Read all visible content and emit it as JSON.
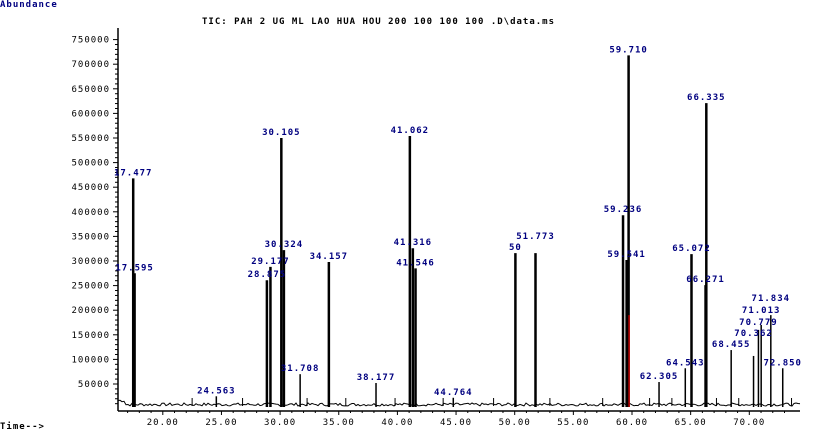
{
  "chart_data": {
    "type": "line",
    "title": "TIC: PAH 2 UG ML LAO HUA HOU 200 100 100 100    .D\\data.ms",
    "ylabel": "Abundance",
    "xlabel": "Time-->",
    "xlim": [
      16.2,
      74.3
    ],
    "ylim": [
      0,
      760000
    ],
    "x_ticks": [
      "20.00",
      "25.00",
      "30.00",
      "35.00",
      "40.00",
      "45.00",
      "50.00",
      "55.00",
      "60.00",
      "65.00",
      "70.00"
    ],
    "x_tick_values": [
      20,
      25,
      30,
      35,
      40,
      45,
      50,
      55,
      60,
      65,
      70
    ],
    "y_ticks": [
      "50000",
      "100000",
      "150000",
      "200000",
      "250000",
      "300000",
      "350000",
      "400000",
      "450000",
      "500000",
      "550000",
      "600000",
      "650000",
      "700000",
      "750000"
    ],
    "y_tick_values": [
      50000,
      100000,
      150000,
      200000,
      250000,
      300000,
      350000,
      400000,
      450000,
      500000,
      550000,
      600000,
      650000,
      700000,
      750000
    ],
    "grid": false,
    "peaks": [
      {
        "rt": 17.477,
        "abundance": 468000,
        "label": "17.477"
      },
      {
        "rt": 17.595,
        "abundance": 275000,
        "label": "17.595"
      },
      {
        "rt": 24.563,
        "abundance": 25000,
        "label": "24.563"
      },
      {
        "rt": 28.875,
        "abundance": 261000,
        "label": "28.875"
      },
      {
        "rt": 29.177,
        "abundance": 288000,
        "label": "29.177"
      },
      {
        "rt": 30.105,
        "abundance": 550000,
        "label": "30.105"
      },
      {
        "rt": 30.324,
        "abundance": 322000,
        "label": "30.324"
      },
      {
        "rt": 31.708,
        "abundance": 70000,
        "label": "31.708"
      },
      {
        "rt": 34.157,
        "abundance": 298000,
        "label": "34.157"
      },
      {
        "rt": 38.177,
        "abundance": 52000,
        "label": "38.177"
      },
      {
        "rt": 41.062,
        "abundance": 554000,
        "label": "41.062"
      },
      {
        "rt": 41.316,
        "abundance": 326000,
        "label": "41.316"
      },
      {
        "rt": 41.546,
        "abundance": 285000,
        "label": "41.546"
      },
      {
        "rt": 44.764,
        "abundance": 22000,
        "label": "44.764"
      },
      {
        "rt": 50.06,
        "abundance": 316000,
        "label": "50"
      },
      {
        "rt": 51.773,
        "abundance": 316000,
        "label": "51.773"
      },
      {
        "rt": 59.236,
        "abundance": 393000,
        "label": "59.236"
      },
      {
        "rt": 59.541,
        "abundance": 302000,
        "label": "59.541"
      },
      {
        "rt": 59.71,
        "abundance": 718000,
        "label": "59.710"
      },
      {
        "rt": 62.305,
        "abundance": 54000,
        "label": "62.305"
      },
      {
        "rt": 64.543,
        "abundance": 82000,
        "label": "64.543"
      },
      {
        "rt": 65.072,
        "abundance": 314000,
        "label": "65.072"
      },
      {
        "rt": 66.271,
        "abundance": 251000,
        "label": "66.271"
      },
      {
        "rt": 66.335,
        "abundance": 621000,
        "label": "66.335"
      },
      {
        "rt": 68.455,
        "abundance": 119000,
        "label": "68.455"
      },
      {
        "rt": 70.362,
        "abundance": 107000,
        "label": "70.362"
      },
      {
        "rt": 70.779,
        "abundance": 160000,
        "label": "70.779"
      },
      {
        "rt": 71.013,
        "abundance": 170000,
        "label": "71.013"
      },
      {
        "rt": 71.834,
        "abundance": 190000,
        "label": "71.834"
      },
      {
        "rt": 72.85,
        "abundance": 82000,
        "label": "72.850"
      }
    ],
    "colors": {
      "trace": "#000000",
      "label": "#000080",
      "integration": "#c00000"
    }
  }
}
